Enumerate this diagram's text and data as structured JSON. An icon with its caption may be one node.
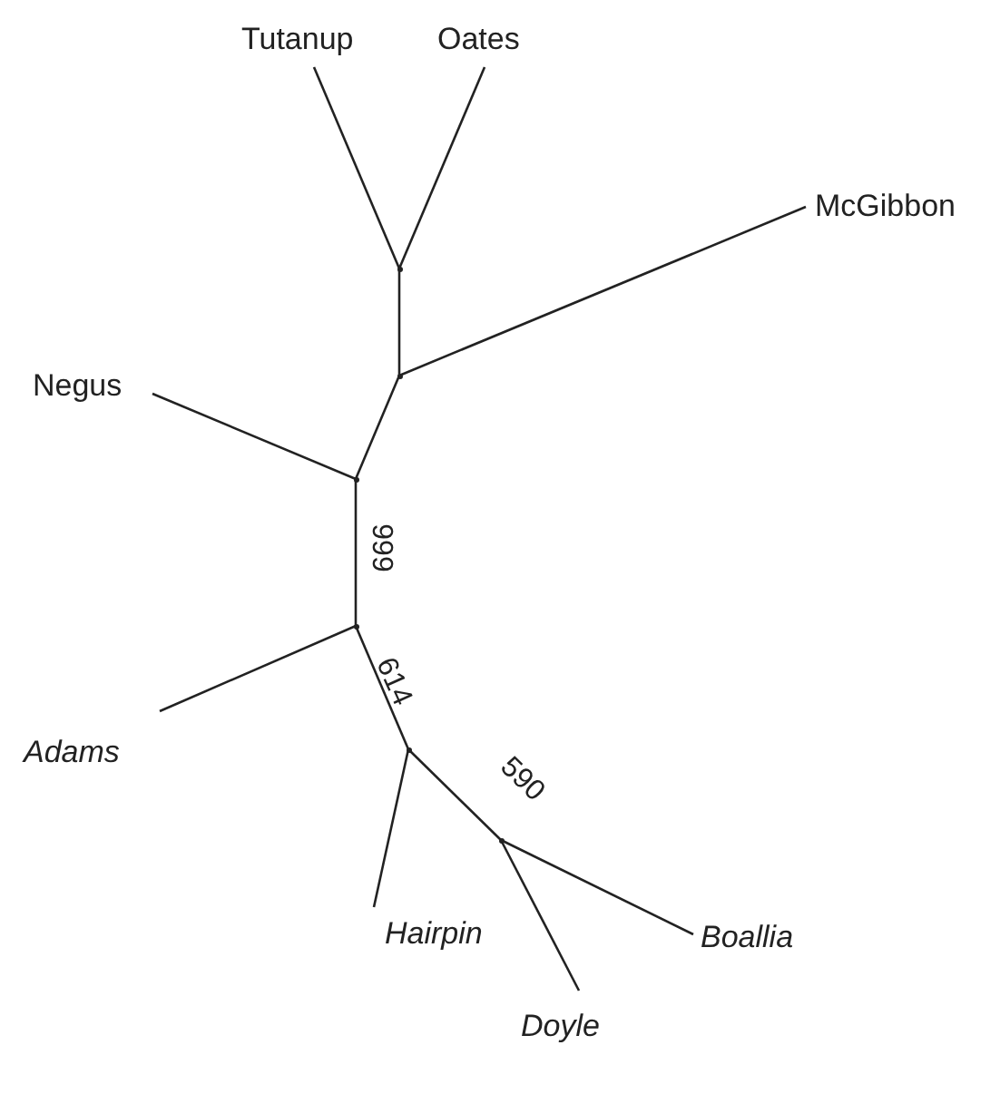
{
  "diagram": {
    "nodes": [
      {
        "text": [
          "Tutanup"
        ]
      },
      {
        "text": [
          "Oates"
        ]
      },
      {
        "text": [
          "McGibbon"
        ]
      },
      {
        "text": [
          "Negus"
        ]
      },
      {
        "text": [
          "Adams"
        ]
      },
      {
        "text": [
          "Hairpin"
        ]
      },
      {
        "text": [
          "Boallia"
        ]
      },
      {
        "text": [
          "Doyle"
        ]
      },
      {
        "text": [],
        "shape": "point"
      },
      {
        "text": [],
        "shape": "point"
      },
      {
        "text": [],
        "shape": "point"
      },
      {
        "text": [],
        "shape": "point"
      },
      {
        "text": [],
        "shape": "point"
      },
      {
        "text": [],
        "shape": "point"
      }
    ],
    "edges": [
      {
        "from": 0,
        "to": 8,
        "arrow": "none"
      },
      {
        "from": 1,
        "to": 8,
        "arrow": "none"
      },
      {
        "from": 8,
        "to": 9,
        "arrow": "none"
      },
      {
        "from": 2,
        "to": 9,
        "arrow": "none"
      },
      {
        "from": 9,
        "to": 10,
        "arrow": "none"
      },
      {
        "from": 3,
        "to": 10,
        "arrow": "none"
      },
      {
        "from": 10,
        "to": 11,
        "label": "999",
        "arrow": "none"
      },
      {
        "from": 4,
        "to": 11,
        "arrow": "none"
      },
      {
        "from": 11,
        "to": 12,
        "label": "614",
        "arrow": "none"
      },
      {
        "from": 5,
        "to": 12,
        "arrow": "none"
      },
      {
        "from": 12,
        "to": 13,
        "label": "590",
        "arrow": "none"
      },
      {
        "from": 13,
        "to": 6,
        "arrow": "none"
      },
      {
        "from": 13,
        "to": 7,
        "arrow": "none"
      }
    ]
  }
}
